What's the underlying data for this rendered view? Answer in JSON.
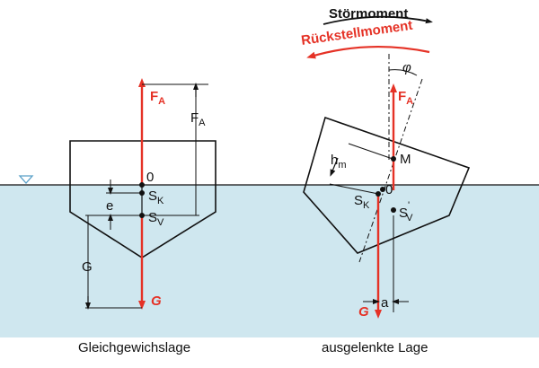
{
  "colors": {
    "water": "#cfe7ef",
    "force_red": "#e53226",
    "line": "#111111",
    "water_symbol": "#5aa0c8"
  },
  "left": {
    "label_FA": "F",
    "label_FA_sub": "A",
    "dim_FA": "F",
    "dim_FA_sub": "A",
    "label_0": "0",
    "label_SK": "S",
    "label_SK_sub": "K",
    "label_SV": "S",
    "label_SV_sub": "V",
    "label_e": "e",
    "label_G": "G",
    "dim_G": "G",
    "caption": "Gleichgewichslage"
  },
  "right": {
    "moment_disturb": "Störmoment",
    "moment_restore": "Rückstellmoment",
    "label_phi": "φ",
    "label_FA": "F",
    "label_FA_sub": "A",
    "label_M": "M",
    "label_hm": "h",
    "label_hm_sub": "m",
    "label_SK": "S",
    "label_SK_sub": "K",
    "label_0": "0",
    "label_SV": "S",
    "label_SV_sub": "V",
    "label_SV_prime": "'",
    "label_G": "G",
    "label_a": "a",
    "caption": "ausgelenkte Lage"
  }
}
